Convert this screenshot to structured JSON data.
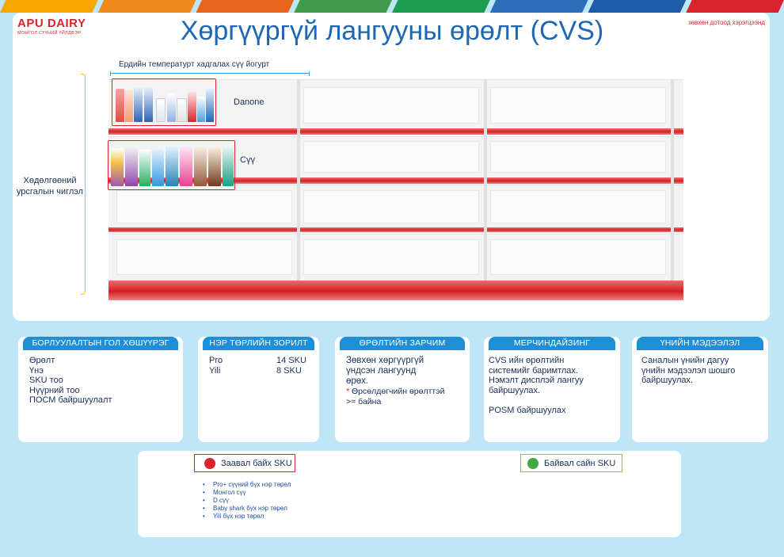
{
  "brand": {
    "name": "APU DAIRY",
    "tagline": "МОНГОЛ СҮҮНИЙ ҮЙЛДВЭР"
  },
  "header": {
    "title": "Хөргүүргүй лангууны өрөлт (CVS)",
    "internal_note": "зөвхөн дотоод хэрэгцээнд"
  },
  "colors": {
    "strip": [
      "#f7a600",
      "#f08a1c",
      "#e8641b",
      "#3f9b4a",
      "#1b9e52",
      "#2a6fb8",
      "#1f5ca8",
      "#d9232d"
    ],
    "accent_blue": "#1e67b3",
    "brand_red": "#d9232d"
  },
  "planogram": {
    "range_label": "Ердийн температурт хадгалах сүү йогурт",
    "side_label": "Хөдөлгөөний урсгалын чиглэл",
    "shelves": [
      {
        "label": "Danone"
      },
      {
        "label": "Сүү"
      },
      {
        "label": ""
      },
      {
        "label": ""
      }
    ]
  },
  "cards": [
    {
      "header": "БОРЛУУЛАЛТЫН ГОЛ ХӨШҮҮРЭГ",
      "lines": [
        "Өрөлт",
        "Үнэ",
        "SKU тоо",
        "Нүүрний тоо",
        "ПОСМ байршуулалт"
      ]
    },
    {
      "header": "НЭР ТӨРЛИЙН ЗОРИЛТ",
      "rows": [
        {
          "name": "Pro",
          "value": "14 SKU"
        },
        {
          "name": "Yili",
          "value": "8 SKU"
        }
      ]
    },
    {
      "header": "ӨРӨЛТИЙН ЗАРЧИМ",
      "line1": "Зөвхөн хөргүүргүй",
      "line2": "үндсэн лангуунд",
      "line3": "өрөх.",
      "note_star": "*",
      "note": " Өрсөлдөгчийн өрөлттэй",
      "note2": ">= байна"
    },
    {
      "header": "МЕРЧИНДАЙЗИНГ",
      "lines": [
        "CVS ийн өрөлтийн",
        "системийг баримтлах.",
        "Нэмэлт дисплэй лангуу",
        "байршуулах.",
        "",
        "POSM байршуулах"
      ]
    },
    {
      "header": "ҮНИЙН МЭДЭЭЛЭЛ",
      "lines": [
        "Саналын үнийн дагуу",
        "үнийн мэдээлэл шошго",
        "байршуулах."
      ]
    }
  ],
  "legend": {
    "must_have": "Заавал байх SKU",
    "good_to_have": "Байвал сайн SKU",
    "must_have_color": "#d9232d",
    "good_to_have_color": "#3fa845",
    "items": [
      "Pro+ сүүний бүх нэр төрөл",
      "Монгол сүү",
      "D сүү",
      "Baby shark бүх нэр төрөл",
      "Yili бүх нэр төрөл"
    ]
  }
}
